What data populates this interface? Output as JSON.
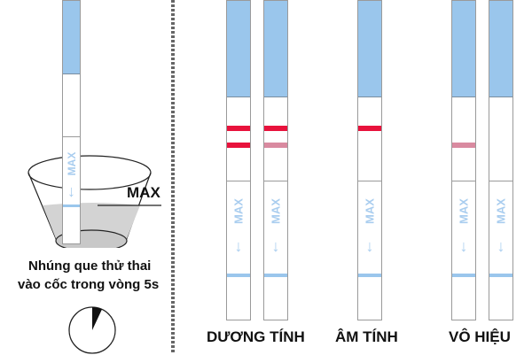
{
  "instruction": {
    "max_label": "MAX",
    "caption_line1": "Nhúng que thử thai",
    "caption_line2": "vào cốc trong vòng 5s",
    "timer_icon": "stopwatch-pie-icon"
  },
  "strip_text": {
    "max": "MAX",
    "arrow": "↓"
  },
  "results": [
    {
      "label": "DƯƠNG TÍNH"
    },
    {
      "label": "ÂM TÍNH"
    },
    {
      "label": "VÔ HIỆU"
    }
  ],
  "colors": {
    "strip_blue": "#9ac6ec",
    "line_red": "#e8123c",
    "line_faint": "#d98aa0",
    "max_text": "#a9cdef"
  }
}
